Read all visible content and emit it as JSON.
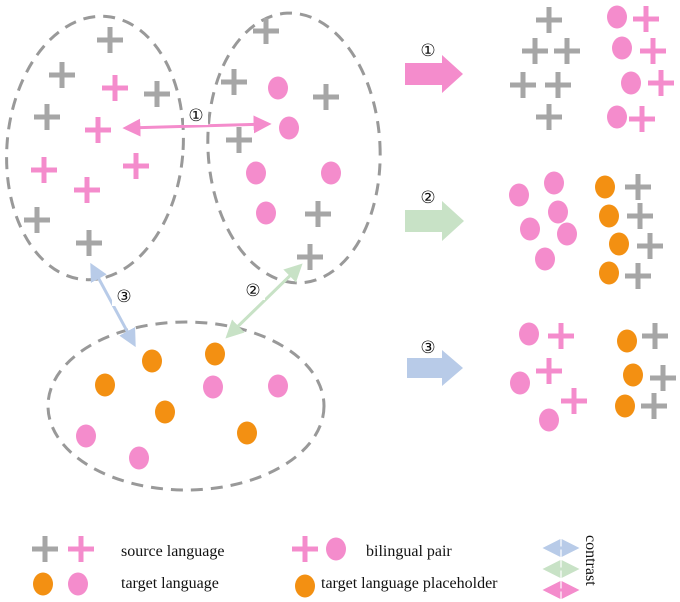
{
  "colors": {
    "gray": "#a6a6a6",
    "pink": "#f48ccc",
    "orange": "#f39012",
    "dash": "#999999",
    "arrow1": "#f48ccc",
    "arrow2": "#c8e2c6",
    "arrow3": "#b8cbe8"
  },
  "steps": {
    "one": "①",
    "two": "②",
    "three": "③"
  },
  "legend": {
    "source_language": "source language",
    "target_language": "target language",
    "bilingual_pair": "bilingual pair",
    "target_placeholder": "target language placeholder",
    "contrast": "contrast"
  }
}
